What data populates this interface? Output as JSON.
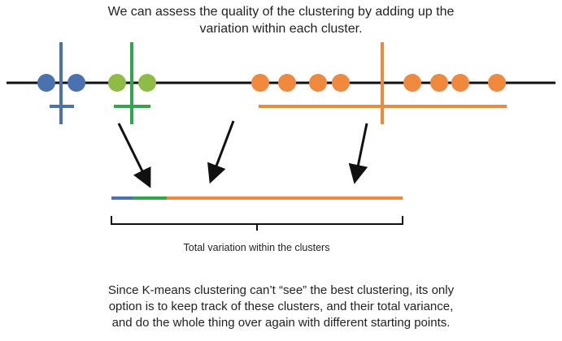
{
  "heading": {
    "line1": "We can assess the quality of the clustering by adding up the",
    "line2": "variation within each cluster."
  },
  "bracket_label": "Total variation within the clusters",
  "footer": {
    "line1": "Since K-means clustering can’t “see” the best clustering, its only",
    "line2": "option is to keep track of these clusters, and their total variance,",
    "line3": "and do the whole thing over again with different starting points."
  },
  "colors": {
    "blue": "#4a72b0",
    "green": "#2ea84a",
    "light_green": "#8fbc45",
    "orange": "#f0883e",
    "axis": "#111111",
    "arrow": "#111111"
  },
  "clusters": [
    {
      "name": "blue",
      "points": 2
    },
    {
      "name": "green",
      "points": 2
    },
    {
      "name": "orange",
      "points": 8
    }
  ]
}
